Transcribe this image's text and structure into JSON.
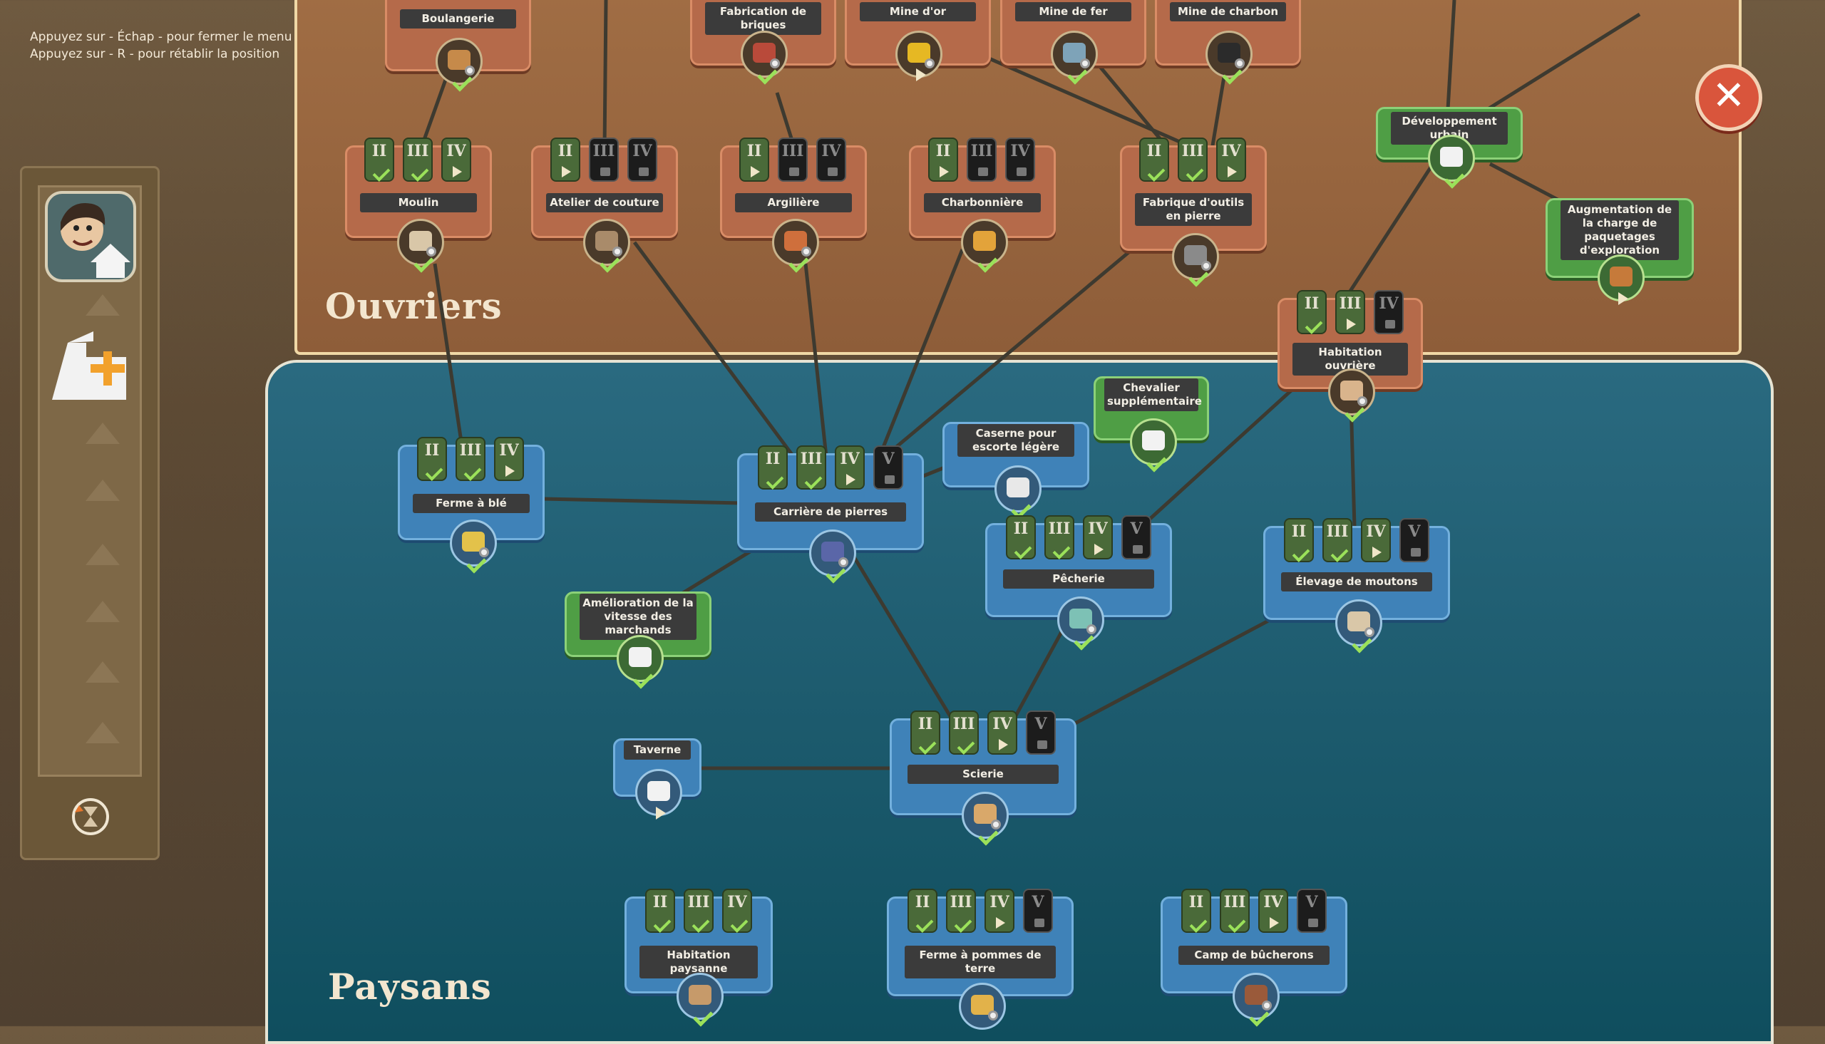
{
  "hints": [
    "Appuyez sur - Échap - pour fermer le menu",
    "Appuyez sur - R - pour rétablir la position"
  ],
  "zones": {
    "workers": "Ouvriers",
    "peasants": "Paysans"
  },
  "close_label": "✕",
  "tiers": {
    "t2": "II",
    "t3": "III",
    "t4": "IV",
    "t5": "V"
  },
  "nodes": [
    {
      "id": "boulangerie",
      "label": "Boulangerie",
      "color": "brown"
    },
    {
      "id": "fabrication-de-briques",
      "label": "Fabrication de briques",
      "color": "brown"
    },
    {
      "id": "mine-d-or",
      "label": "Mine d'or",
      "color": "brown"
    },
    {
      "id": "mine-de-fer",
      "label": "Mine de fer",
      "color": "brown"
    },
    {
      "id": "mine-de-charbon",
      "label": "Mine de charbon",
      "color": "brown"
    },
    {
      "id": "moulin",
      "label": "Moulin",
      "color": "brown"
    },
    {
      "id": "atelier-de-couture",
      "label": "Atelier de couture",
      "color": "brown"
    },
    {
      "id": "argiliere",
      "label": "Argilière",
      "color": "brown"
    },
    {
      "id": "charbonniere",
      "label": "Charbonnière",
      "color": "brown"
    },
    {
      "id": "fabrique-d-outils",
      "label": "Fabrique d'outils en pierre",
      "color": "brown"
    },
    {
      "id": "developpement-urbain",
      "label": "Développement urbain",
      "color": "green"
    },
    {
      "id": "augmentation-charge",
      "label": "Augmentation de la charge de paquetages d'exploration",
      "color": "green"
    },
    {
      "id": "habitation-ouvriere",
      "label": "Habitation ouvrière",
      "color": "brown"
    },
    {
      "id": "chevalier-supplementaire",
      "label": "Chevalier supplémentaire",
      "color": "green"
    },
    {
      "id": "caserne-escorte",
      "label": "Caserne pour escorte légère",
      "color": "blue"
    },
    {
      "id": "ferme-a-ble",
      "label": "Ferme à blé",
      "color": "blue"
    },
    {
      "id": "carriere-de-pierres",
      "label": "Carrière de pierres",
      "color": "blue"
    },
    {
      "id": "pecherie",
      "label": "Pêcherie",
      "color": "blue"
    },
    {
      "id": "elevage-de-moutons",
      "label": "Élevage de moutons",
      "color": "blue"
    },
    {
      "id": "amelioration-marchands",
      "label": "Amélioration de la vitesse des marchands",
      "color": "green"
    },
    {
      "id": "taverne",
      "label": "Taverne",
      "color": "blue"
    },
    {
      "id": "scierie",
      "label": "Scierie",
      "color": "blue"
    },
    {
      "id": "habitation-paysanne",
      "label": "Habitation paysanne",
      "color": "blue"
    },
    {
      "id": "ferme-a-pommes-de-terre",
      "label": "Ferme à pommes de terre",
      "color": "blue"
    },
    {
      "id": "camp-de-bucherons",
      "label": "Camp de bûcherons",
      "color": "blue"
    }
  ],
  "icons": {
    "avatar": "portrait-home-icon",
    "building": "building-plus-icon",
    "history": "hourglass-icon"
  }
}
